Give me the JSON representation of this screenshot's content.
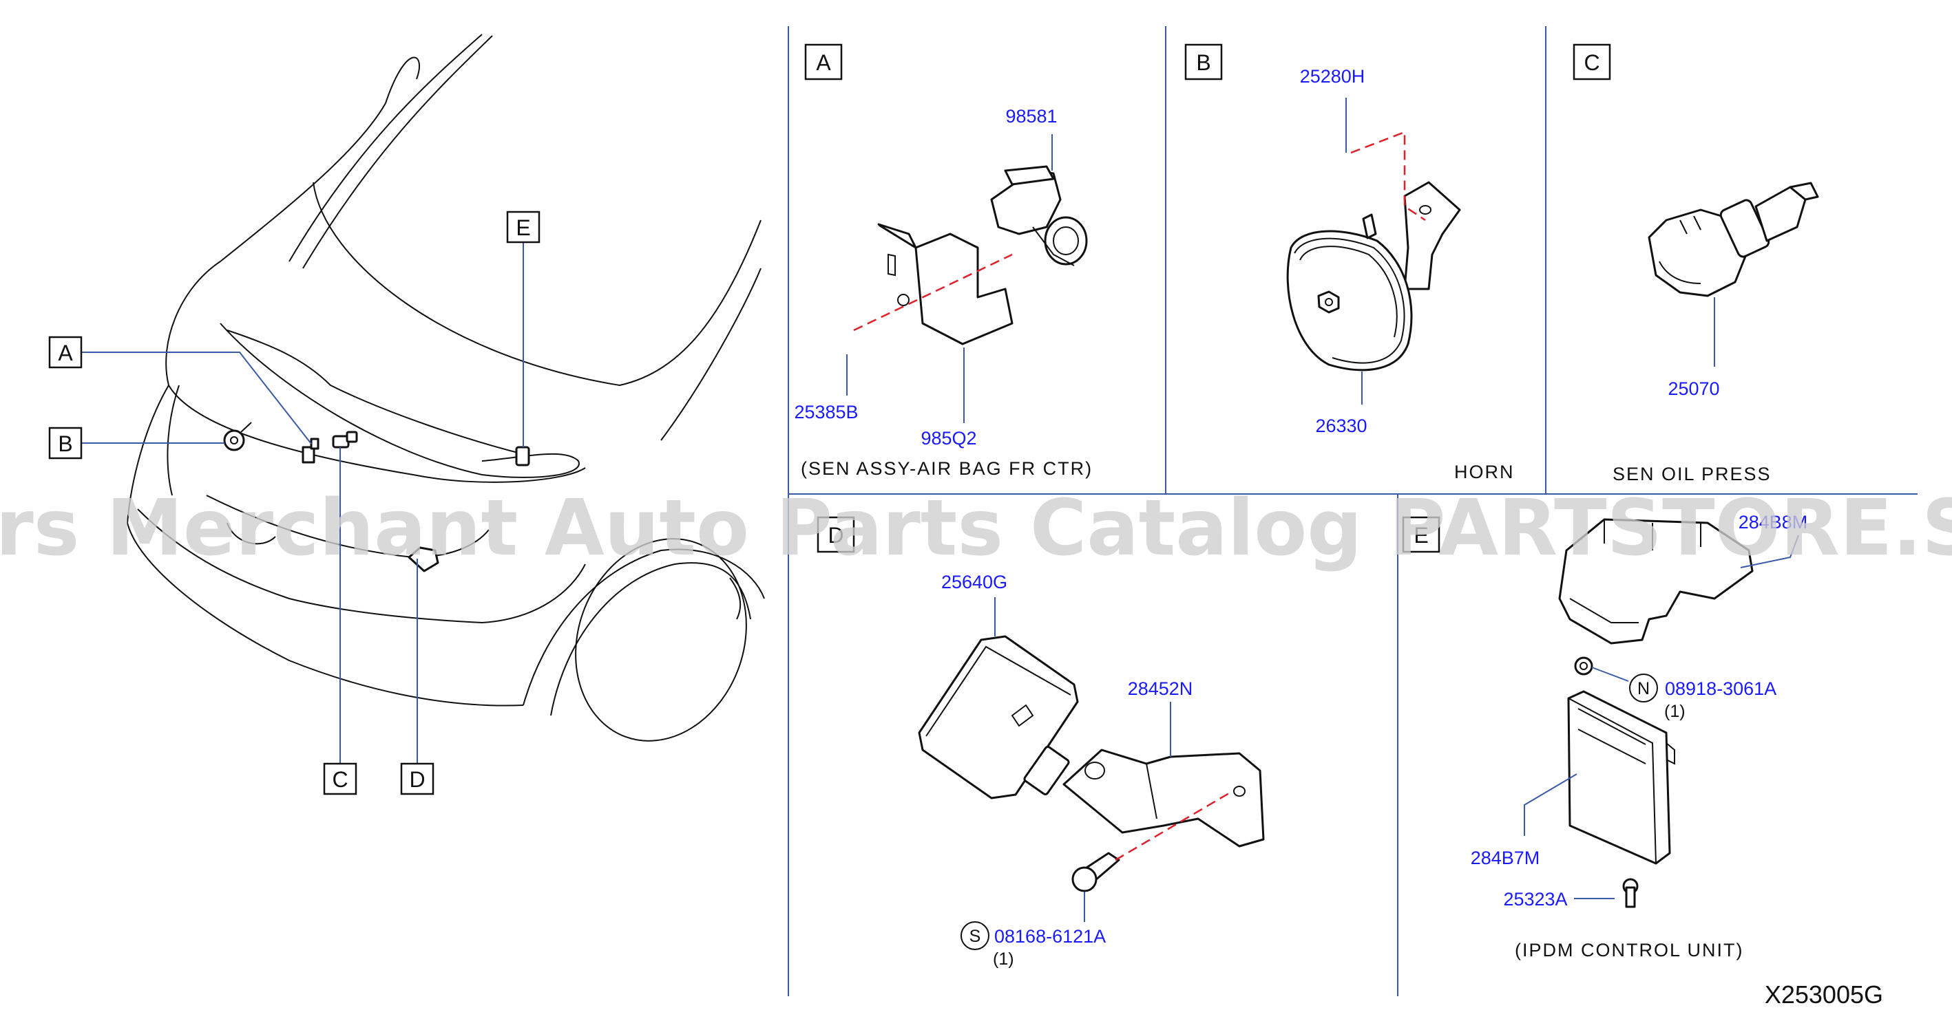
{
  "sections": {
    "A": {
      "letter": "A",
      "parts": [
        "98581",
        "25385B",
        "985Q2"
      ],
      "caption": "(SEN   ASSY-AIR   BAG   FR   CTR)"
    },
    "B": {
      "letter": "B",
      "parts": [
        "25280H",
        "26330"
      ],
      "caption": "HORN"
    },
    "C": {
      "letter": "C",
      "parts": [
        "25070"
      ],
      "caption": "SEN   OIL   PRESS"
    },
    "D": {
      "letter": "D",
      "parts": [
        "25640G",
        "28452N",
        "08168-6121A"
      ],
      "fastener_symbol": "S",
      "qty": "(1)"
    },
    "E": {
      "letter": "E",
      "parts": [
        "284B8M",
        "08918-3061A",
        "284B7M",
        "25323A"
      ],
      "fastener_symbol": "N",
      "qty": "(1)",
      "caption": "(IPDM   CONTROL   UNIT)"
    }
  },
  "overview": {
    "callouts": [
      "A",
      "B",
      "C",
      "D",
      "E"
    ]
  },
  "watermark": "Offers Merchant Auto Parts Catalog PARTSTORE.SA",
  "diagram_code": "X253005G",
  "colors": {
    "part_number": "#1a1aff",
    "leader": "#3a5aa8",
    "centerline": "#e0202a",
    "text": "#111111"
  }
}
